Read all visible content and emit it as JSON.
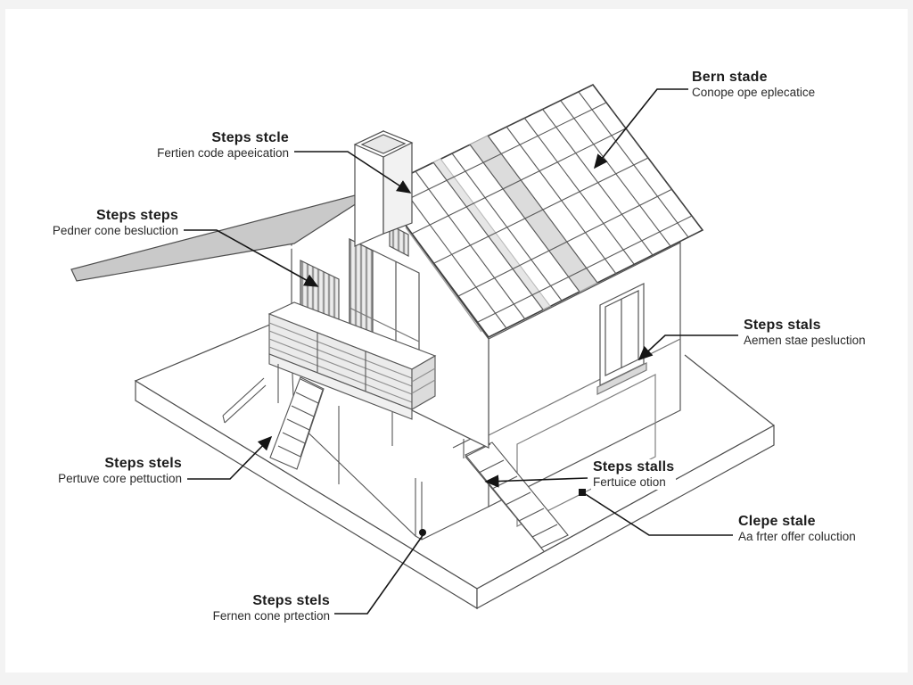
{
  "figure": {
    "type": "isometric architectural cutaway diagram",
    "subject": "two-story house with exposed roof framing, chimney, balcony, exterior stairs and ground slab"
  },
  "colors": {
    "background": "#ffffff",
    "line": "#4d4d4d",
    "leader": "#141414",
    "shade": "#c9c9c9",
    "band": "#dcdcdc",
    "text": "#1b1b1b"
  },
  "labels": [
    {
      "id": "bern-stade",
      "title": "Bern stade",
      "subtitle": "Conope ope eplecatice",
      "align": "left",
      "target": "roof framing plane"
    },
    {
      "id": "steps-stcle",
      "title": "Steps stcle",
      "subtitle": "Fertien code apeeication",
      "align": "right",
      "target": "roof ridge"
    },
    {
      "id": "steps-steps",
      "title": "Steps steps",
      "subtitle": "Pedner cone besluction",
      "align": "right",
      "target": "balcony at wall"
    },
    {
      "id": "steps-stals",
      "title": "Steps stals",
      "subtitle": "Aemen stae pesluction",
      "align": "left",
      "target": "right wall window"
    },
    {
      "id": "steps-stels-left",
      "title": "Steps stels",
      "subtitle": "Pertuve core pettuction",
      "align": "right",
      "target": "left staircase"
    },
    {
      "id": "steps-stalls",
      "title": "Steps stalls",
      "subtitle": "Fertuice otion",
      "align": "left",
      "target": "right staircase"
    },
    {
      "id": "clepe-stale",
      "title": "Clepe stale",
      "subtitle": "Aa frter offer coluction",
      "align": "left",
      "target": "ground slab"
    },
    {
      "id": "steps-stels-bottom",
      "title": "Steps stels",
      "subtitle": "Fernen cone prtection",
      "align": "right",
      "target": "lower wall corner"
    }
  ]
}
